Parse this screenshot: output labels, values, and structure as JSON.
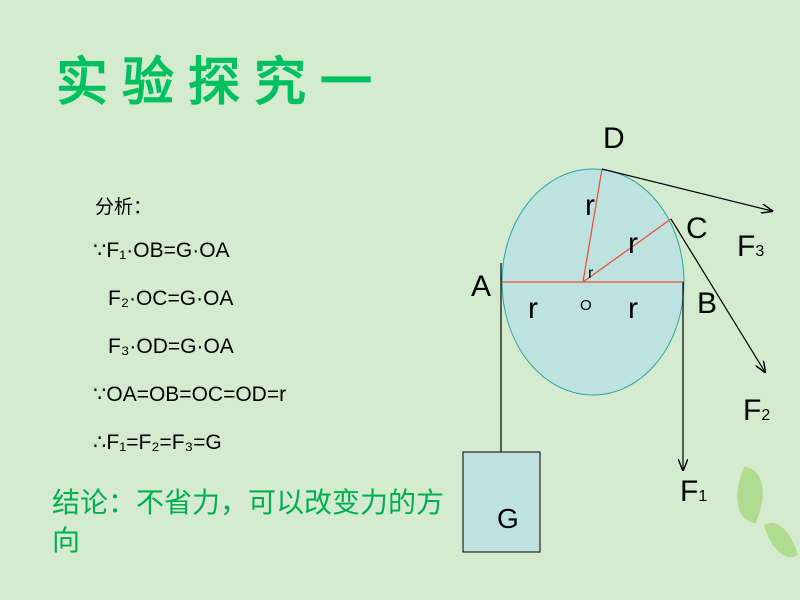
{
  "title": "实验探究一",
  "analysis": {
    "heading": "分析：",
    "lines": [
      "∵F₁·OB=G·OA",
      "F₂·OC=G·OA",
      "F₃·OD=G·OA",
      "∵OA=OB=OC=OD=r",
      "∴F₁=F₂=F₃=G"
    ]
  },
  "conclusion": "结论：不省力，可以改变力的方向",
  "diagram": {
    "A": "A",
    "B": "B",
    "C": "C",
    "D": "D",
    "O": "O",
    "r": "r",
    "G": "G",
    "F1": "F",
    "F1_sub": "1",
    "F2": "F",
    "F2_sub": "2",
    "F3": "F",
    "F3_sub": "3"
  },
  "colors": {
    "title": "#00c060",
    "wheel": "#bde2e0",
    "radius": "#e8553a"
  }
}
